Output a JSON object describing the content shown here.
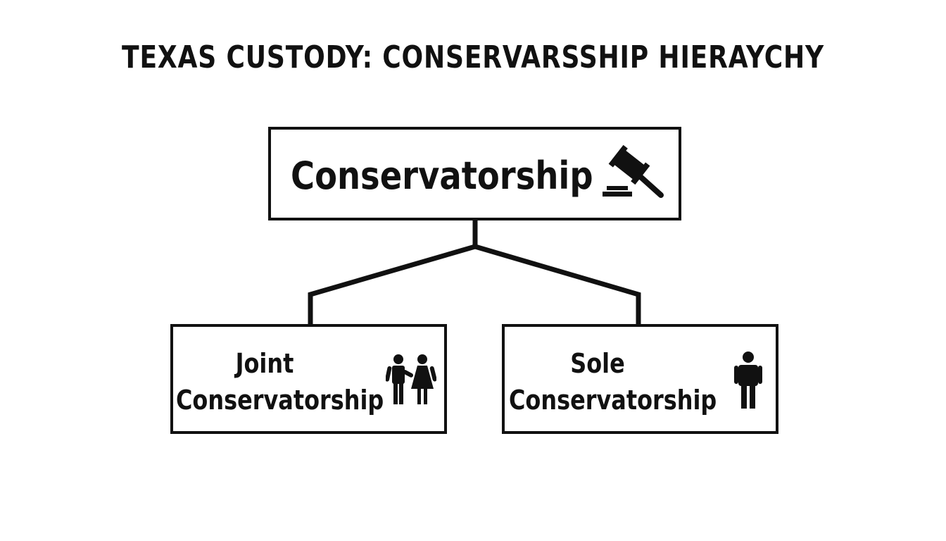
{
  "title": "TEXAS CUSTODY: CONSERVARSSHIP HIERAYCHY",
  "root": {
    "label": "Conservatorship",
    "icon": "gavel-icon"
  },
  "children": [
    {
      "line1": "Joint",
      "line2": "Conservatorship",
      "icon": "two-people-icon"
    },
    {
      "line1": "Sole",
      "line2": "Conservatorship",
      "icon": "person-icon"
    }
  ],
  "colors": {
    "ink": "#111111",
    "background": "#ffffff"
  }
}
